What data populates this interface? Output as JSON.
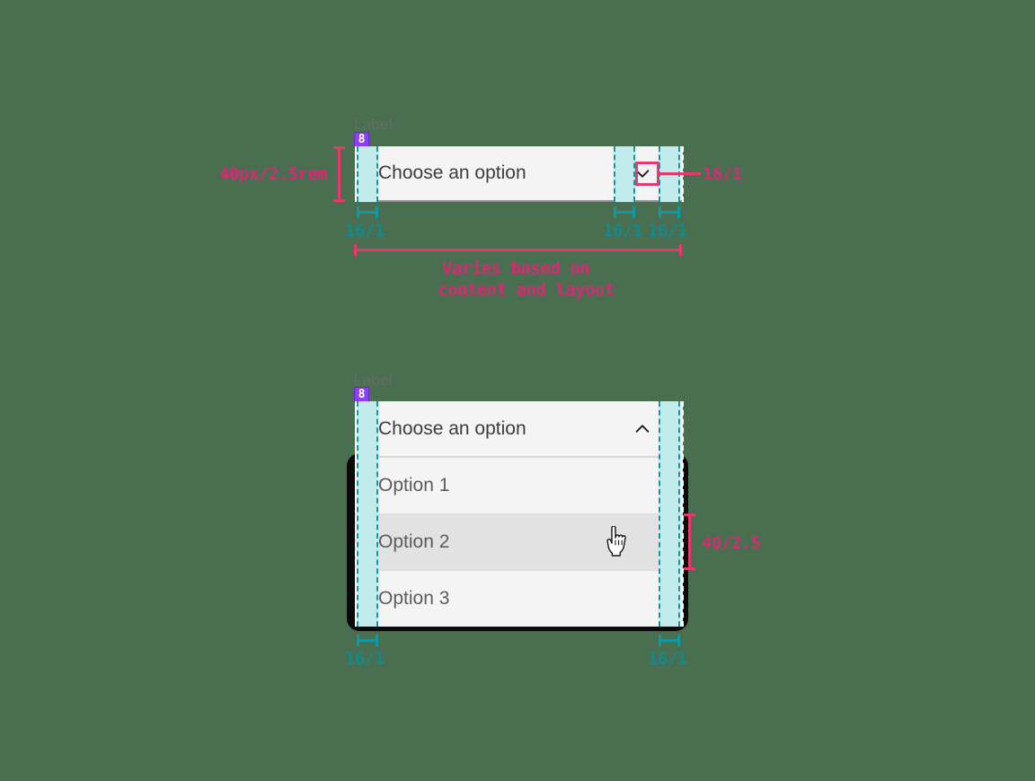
{
  "page": {
    "background_color": "#4a6e50",
    "title": "Dropdown component spacing specification"
  },
  "colors": {
    "annotation_pink": "#e8386d",
    "annotation_teal": "#0f9aa3",
    "token_purple": "#8a3ffc",
    "padding_band": "#c2ecec",
    "field_background": "#f4f4f4",
    "field_border": "#8d8d8d",
    "hover_background": "#e2e2e2",
    "menu_shadow": "#0b0b0b"
  },
  "closed_dropdown": {
    "label": "Label",
    "spacing_token": "8",
    "selected_value": "Choose an option",
    "chevron_icon": "chevron-down-icon",
    "height_annotation": "40px/2.5rem",
    "width_annotation_line1": "Varies based on",
    "width_annotation_line2": "content and layout",
    "icon_size_annotation": "16/1",
    "measures": [
      {
        "name": "left-padding",
        "value": "16/1"
      },
      {
        "name": "gap-before-icon",
        "value": "16/1"
      },
      {
        "name": "right-padding",
        "value": "16/1"
      }
    ]
  },
  "open_dropdown": {
    "label": "Label",
    "spacing_token": "8",
    "selected_value": "Choose an option",
    "chevron_icon": "chevron-up-icon",
    "item_height_annotation": "40/2.5",
    "options": [
      {
        "label": "Option 1",
        "hovered": false
      },
      {
        "label": "Option 2",
        "hovered": true
      },
      {
        "label": "Option 3",
        "hovered": false
      }
    ],
    "measures": [
      {
        "name": "left-padding",
        "value": "16/1"
      },
      {
        "name": "right-padding",
        "value": "16/1"
      }
    ],
    "cursor_icon": "pointer-hand-cursor"
  }
}
